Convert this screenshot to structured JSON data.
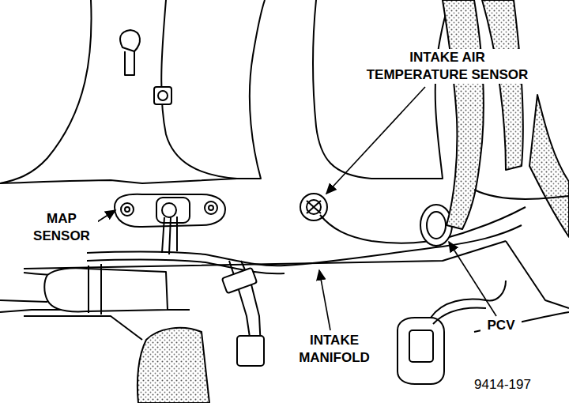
{
  "diagram": {
    "labels": [
      "INTAKE AIR TEMPERATURE SENSOR",
      "MAP SENSOR",
      "INTAKE MANIFOLD",
      "PCV",
      "9414-197"
    ]
  }
}
